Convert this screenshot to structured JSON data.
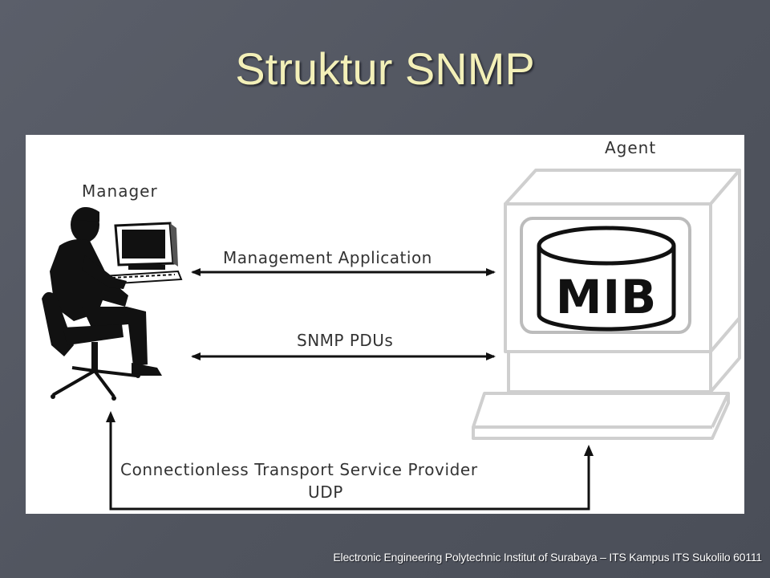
{
  "slide": {
    "title": "Struktur SNMP",
    "footer": "Electronic Engineering Polytechnic Institut of Surabaya – ITS Kampus ITS Sukolilo 60111"
  },
  "diagram": {
    "manager_label": "Manager",
    "agent_label": "Agent",
    "mib_label": "MIB",
    "management_app_label": "Management Application",
    "snmp_pdus_label": "SNMP PDUs",
    "transport_label": "Connectionless Transport Service Provider",
    "udp_label": "UDP"
  },
  "colors": {
    "title": "#f3f0b8",
    "background": "#545863",
    "diagram_background": "#ffffff",
    "ink": "#111111",
    "gray_outline": "#cfcfcf"
  }
}
